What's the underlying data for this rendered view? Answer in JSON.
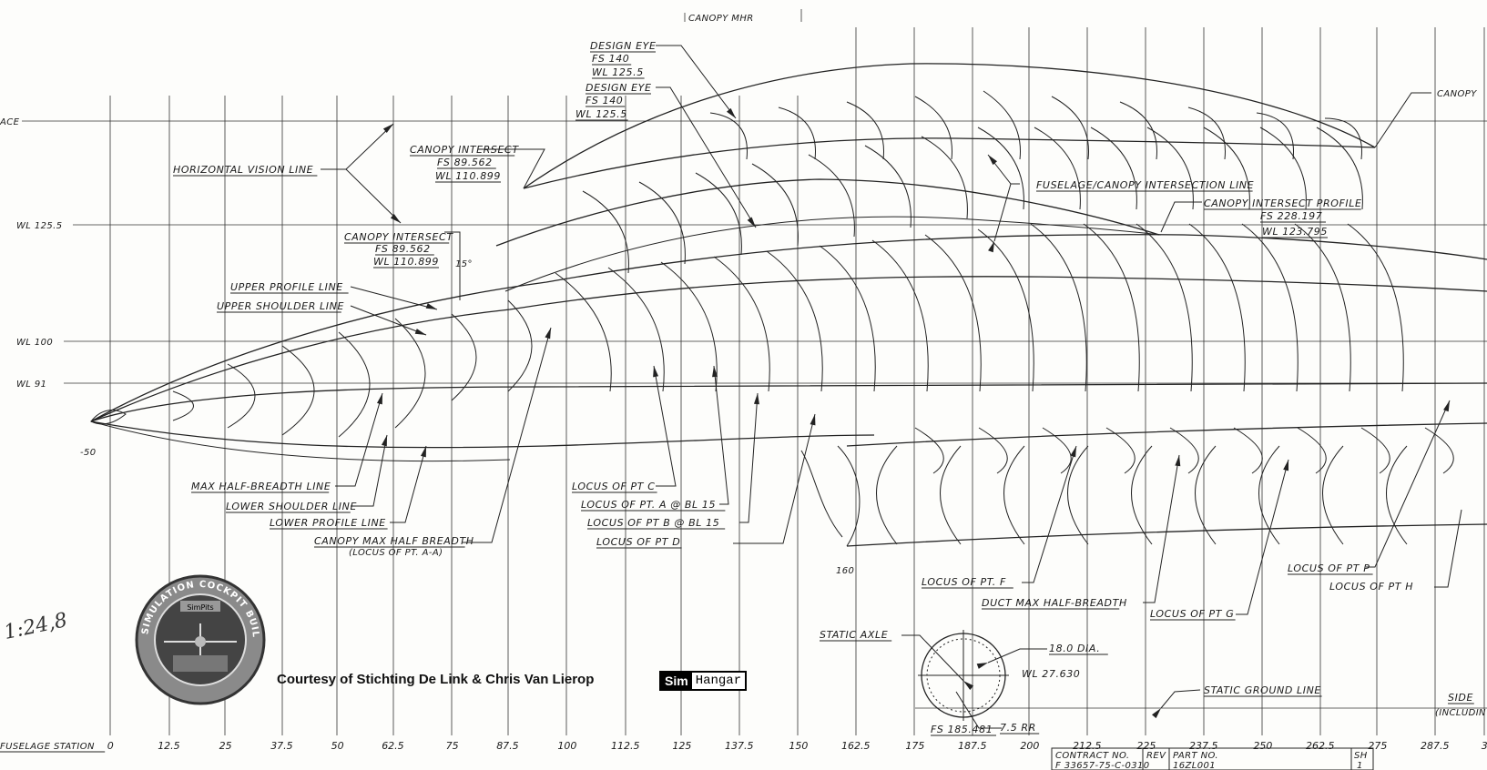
{
  "drawing": {
    "fuselage_station_label": "FUSELAGE STATION",
    "stations": [
      "0",
      "12.5",
      "25",
      "37.5",
      "50",
      "62.5",
      "75",
      "87.5",
      "100",
      "112.5",
      "125",
      "137.5",
      "150",
      "162.5",
      "175",
      "187.5",
      "200",
      "212.5",
      "225",
      "237.5",
      "250",
      "262.5",
      "275",
      "287.5",
      "3"
    ],
    "waterlines": {
      "wl_125": "WL 125.5",
      "wl_100": "WL 100",
      "wl_91": "WL 91",
      "ref_left": "ACE",
      "ref_right": "CANOPY",
      "top": "CANOPY MHR"
    },
    "nose_station": "-50",
    "labels": {
      "horizontal_vision_line": "HORIZONTAL VISION LINE",
      "design_eye_1": [
        "DESIGN EYE",
        "FS 140",
        "WL 125.5"
      ],
      "design_eye_2": [
        "DESIGN EYE",
        "FS 140",
        "WL 125.5"
      ],
      "canopy_intersect_1": [
        "CANOPY INTERSECT",
        "FS 89.562",
        "WL 110.899"
      ],
      "canopy_intersect_2": [
        "CANOPY INTERSECT",
        "FS 89.562",
        "WL 110.899"
      ],
      "angle": "15°",
      "upper_profile_line": "UPPER PROFILE LINE",
      "upper_shoulder_line": "UPPER SHOULDER LINE",
      "fuselage_canopy_line": "FUSELAGE/CANOPY INTERSECTION LINE",
      "canopy_intersect_profile": [
        "CANOPY INTERSECT PROFILE",
        "FS 228.197",
        "WL 123.795"
      ],
      "max_half_breadth_line": "MAX HALF-BREADTH LINE",
      "lower_shoulder_line": "LOWER SHOULDER LINE",
      "lower_profile_line": "LOWER PROFILE LINE",
      "canopy_max_half_breadth": [
        "CANOPY MAX HALF BREADTH",
        "(LOCUS OF PT. A-A)"
      ],
      "locus_c": "LOCUS OF PT C",
      "locus_a": "LOCUS OF PT. A @ BL 15",
      "locus_b": "LOCUS OF PT B @ BL 15",
      "locus_d": "LOCUS OF PT D",
      "station_160": "160",
      "locus_f": "LOCUS OF PT. F",
      "duct_max": "DUCT MAX HALF-BREADTH",
      "locus_g": "LOCUS OF PT G",
      "locus_p": "LOCUS OF PT P",
      "locus_h": "LOCUS OF PT H",
      "static_axle": "STATIC AXLE",
      "dia": "18.0 DIA.",
      "wl_axle": "WL 27.630",
      "fs_axle": "FS 185.481",
      "rr": "7.5 RR",
      "static_ground_line": "STATIC GROUND LINE",
      "side": "SIDE",
      "including": "(INCLUDIN"
    },
    "title_block": {
      "contract_label": "CONTRACT NO.",
      "contract_no": "F 33657-75-C-0310",
      "rev": "REV",
      "part_label": "PART NO.",
      "part_no": "16ZL001",
      "sh": "SH",
      "sh_no": "1"
    }
  },
  "overlay": {
    "scale_note": "1:24,8",
    "credit": "Courtesy of Stichting De Link & Chris Van Lierop",
    "brand_left": "Sim",
    "brand_right": "Hangar",
    "seal_text": "SIMULATION COCKPIT BUILDER GROUP",
    "seal_center": "SimPits"
  }
}
